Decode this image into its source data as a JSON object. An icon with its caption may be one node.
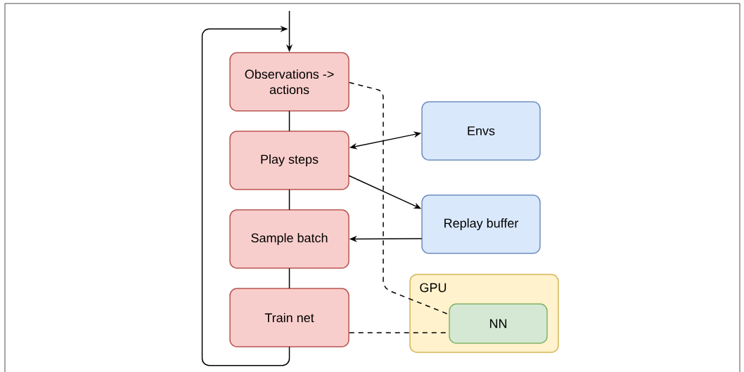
{
  "diagram": {
    "nodes": [
      {
        "text": [
          "Observations -> actions"
        ]
      },
      {
        "text": [
          "Play steps"
        ]
      },
      {
        "text": [
          "Sample batch"
        ]
      },
      {
        "text": [
          "Train net"
        ]
      },
      {
        "text": [
          "Envs"
        ]
      },
      {
        "text": [
          "Replay buffer"
        ]
      },
      {
        "text": [
          "GPU"
        ]
      },
      {
        "text": [
          "NN"
        ],
        "in": 6
      }
    ],
    "edges": [
      {
        "from": null,
        "to": 0,
        "arrow": "to"
      },
      {
        "from": 0,
        "to": 1,
        "arrow": "none"
      },
      {
        "from": 1,
        "to": 2,
        "arrow": "none"
      },
      {
        "from": 2,
        "to": 3,
        "arrow": "none"
      },
      {
        "from": 3,
        "to": 0,
        "arrow": "to"
      },
      {
        "from": 1,
        "to": 4,
        "arrow": "both"
      },
      {
        "from": 1,
        "to": 5,
        "arrow": "to"
      },
      {
        "from": 5,
        "to": 2,
        "arrow": "to"
      },
      {
        "from": 0,
        "to": 7,
        "arrow": "none",
        "style": "dashed"
      },
      {
        "from": 3,
        "to": 7,
        "arrow": "none",
        "style": "dashed"
      }
    ]
  }
}
